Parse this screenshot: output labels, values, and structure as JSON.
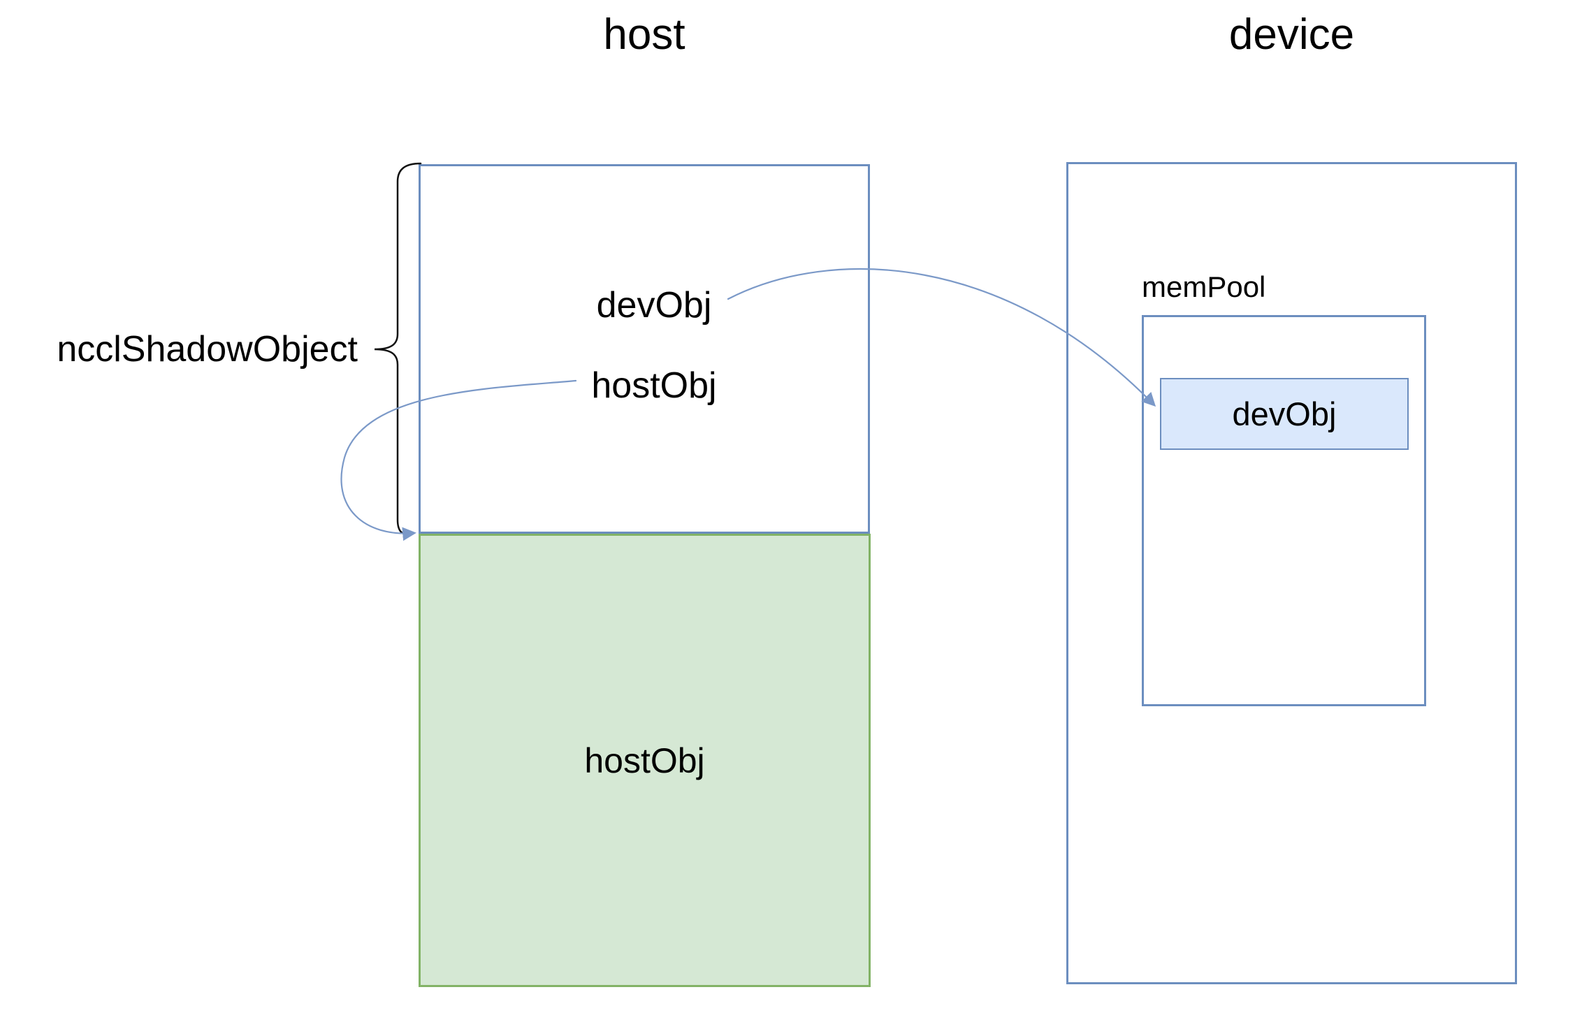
{
  "diagram": {
    "columns": {
      "host_title": "host",
      "device_title": "device"
    },
    "host": {
      "dev_obj_pointer_label": "devObj",
      "host_obj_pointer_label": "hostObj",
      "host_obj_region_label": "hostObj"
    },
    "brace_label": "ncclShadowObject",
    "device": {
      "mem_pool_label": "memPool",
      "dev_obj_box_label": "devObj"
    },
    "colors": {
      "box_border_blue": "#6c8ebf",
      "box_fill_light_blue": "#dae8fc",
      "box_border_green": "#82b366",
      "box_fill_light_green": "#d5e8d4",
      "connector_blue": "#7b99c8",
      "brace_black": "#111111",
      "text_black": "#000000",
      "background": "#ffffff"
    }
  }
}
